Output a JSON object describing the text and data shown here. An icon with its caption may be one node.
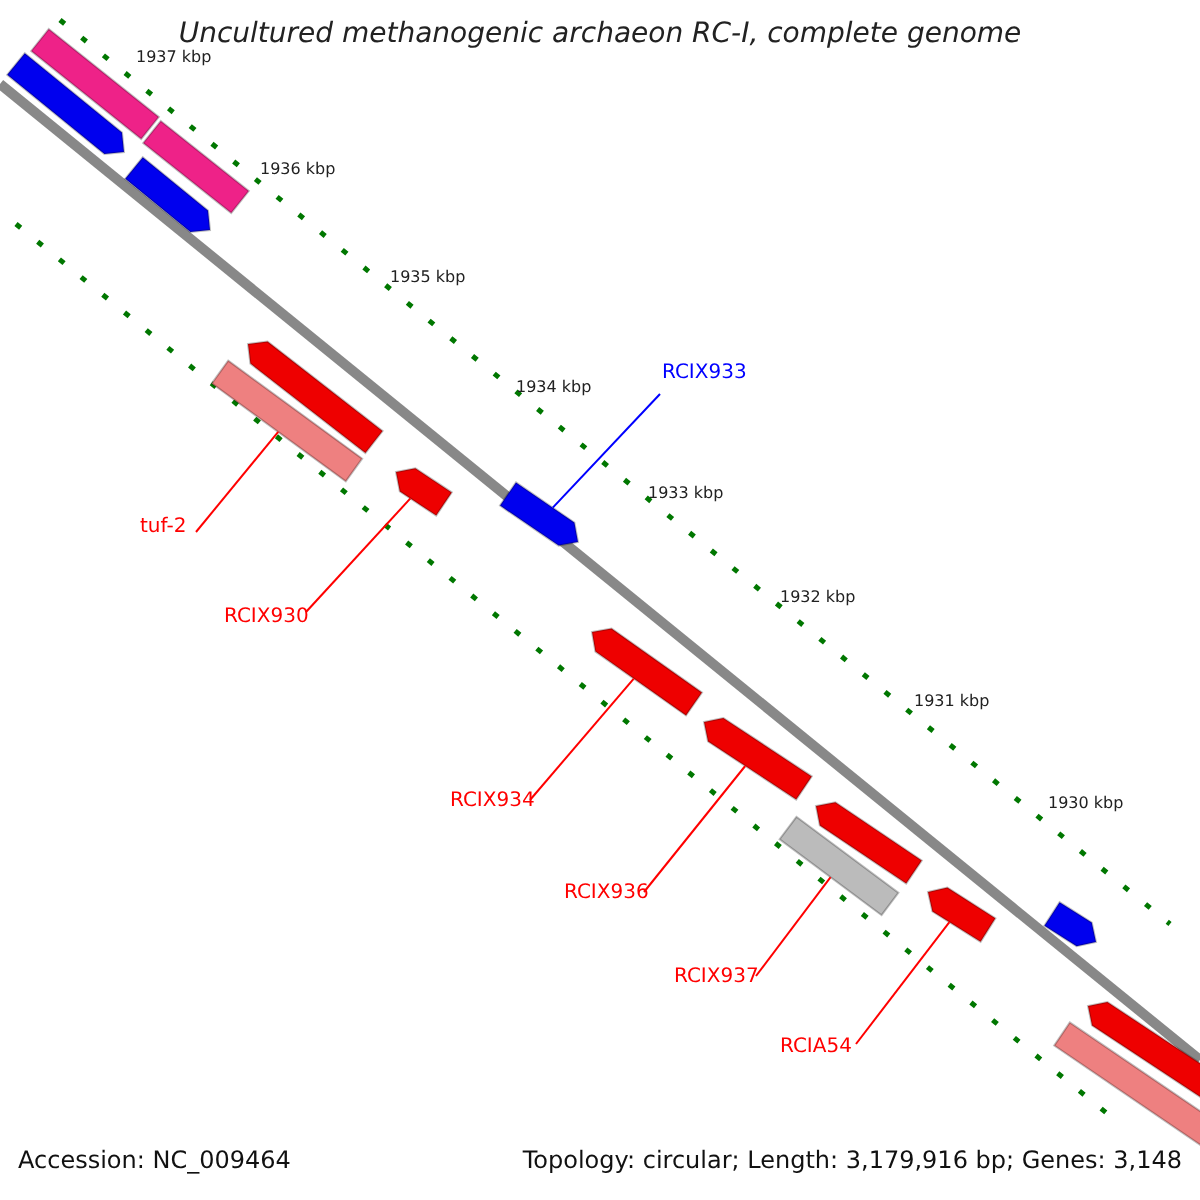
{
  "diagram": {
    "title": "Uncultured methanogenic archaeon RC-I, complete genome",
    "nodes": [
      {
        "text": [],
        "shape": "bar"
      },
      {
        "text": [],
        "shape": "bar"
      },
      {
        "text": [],
        "shape": "bar"
      },
      {
        "text": [],
        "shape": "bar"
      },
      {
        "text": [],
        "shape": "bar"
      },
      {
        "text": [],
        "shape": "bar"
      },
      {
        "text": [],
        "shape": "bar"
      },
      {
        "text": [],
        "shape": "bar"
      },
      {
        "text": [],
        "shape": "bar"
      },
      {
        "text": [],
        "shape": "bar"
      },
      {
        "text": [],
        "shape": "bar"
      },
      {
        "text": [],
        "shape": "bar"
      },
      {
        "text": [],
        "shape": "bar"
      },
      {
        "text": [],
        "shape": "bar"
      },
      {
        "text": [],
        "shape": "bar"
      },
      {
        "text": [],
        "shape": "bar"
      },
      {
        "text": [
          "RCIX933"
        ]
      },
      {
        "text": [
          "tuf-2"
        ]
      },
      {
        "text": [
          "RCIX930"
        ]
      },
      {
        "text": [
          "RCIX934"
        ]
      },
      {
        "text": [
          "RCIX936"
        ]
      },
      {
        "text": [
          "RCIX937"
        ]
      },
      {
        "text": [
          "RCIA54"
        ]
      }
    ],
    "edges": [
      {
        "from": 16,
        "to": 7,
        "arrow": "none",
        "color": "#0000ff"
      },
      {
        "from": 17,
        "to": 5,
        "arrow": "none"
      },
      {
        "from": 18,
        "to": 6,
        "arrow": "none"
      },
      {
        "from": 19,
        "to": 8,
        "arrow": "none"
      },
      {
        "from": 20,
        "to": 9,
        "arrow": "none"
      },
      {
        "from": 21,
        "to": 10,
        "arrow": "none"
      },
      {
        "from": 22,
        "to": 12,
        "arrow": "none"
      }
    ],
    "labels": [
      "1937 kbp",
      "1936 kbp",
      "1935 kbp",
      "1934 kbp",
      "1933 kbp",
      "1932 kbp",
      "1931 kbp",
      "1930 kbp",
      "Accession: NC_009464",
      "Topology: circular; Length: 3,179,916 bp; Genes: 3,148"
    ]
  }
}
